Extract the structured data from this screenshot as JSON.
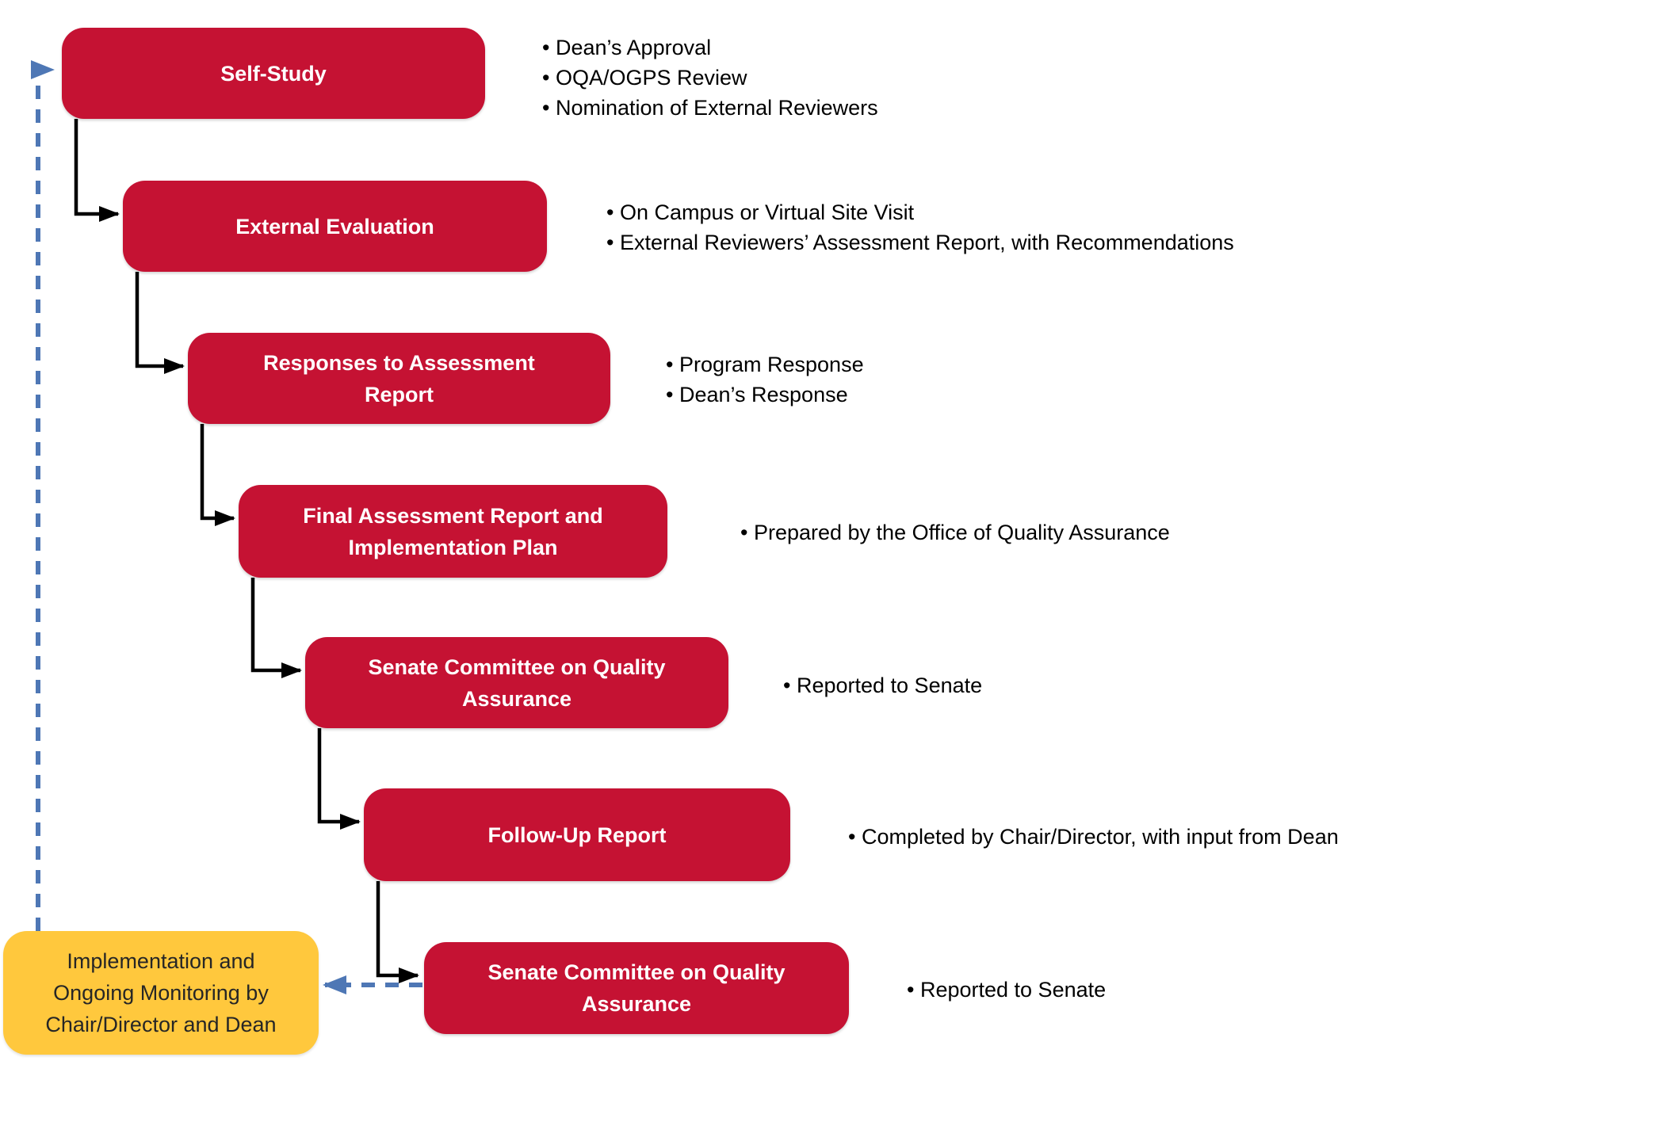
{
  "colors": {
    "step_box_fill": "#C51233",
    "loop_box_fill": "#FFC83D",
    "loop_arrow_blue": "#4E77B5",
    "connector_black": "#000000",
    "step_label_text": "#FFFFFF",
    "loop_box_text": "#262626",
    "bullet_text": "#000000",
    "background": "#FFFFFF"
  },
  "steps": [
    {
      "label": "Self-Study",
      "bullets": [
        "Dean’s Approval",
        "OQA/OGPS Review",
        "Nomination of External Reviewers"
      ]
    },
    {
      "label": "External Evaluation",
      "bullets": [
        "On Campus or Virtual Site Visit",
        "External Reviewers’ Assessment Report, with Recommendations"
      ]
    },
    {
      "label": "Responses to Assessment Report",
      "bullets": [
        "Program Response",
        "Dean’s Response"
      ]
    },
    {
      "label": "Final Assessment Report and Implementation Plan",
      "bullets": [
        "Prepared by the Office of Quality Assurance"
      ]
    },
    {
      "label": "Senate Committee on Quality Assurance",
      "bullets": [
        "Reported to Senate"
      ]
    },
    {
      "label": "Follow-Up Report",
      "bullets": [
        "Completed by Chair/Director, with input from Dean"
      ]
    },
    {
      "label": "Senate Committee on Quality Assurance",
      "bullets": [
        "Reported to Senate"
      ]
    }
  ],
  "loop_box": {
    "label": "Implementation and Ongoing Monitoring by Chair/Director and Dean"
  }
}
